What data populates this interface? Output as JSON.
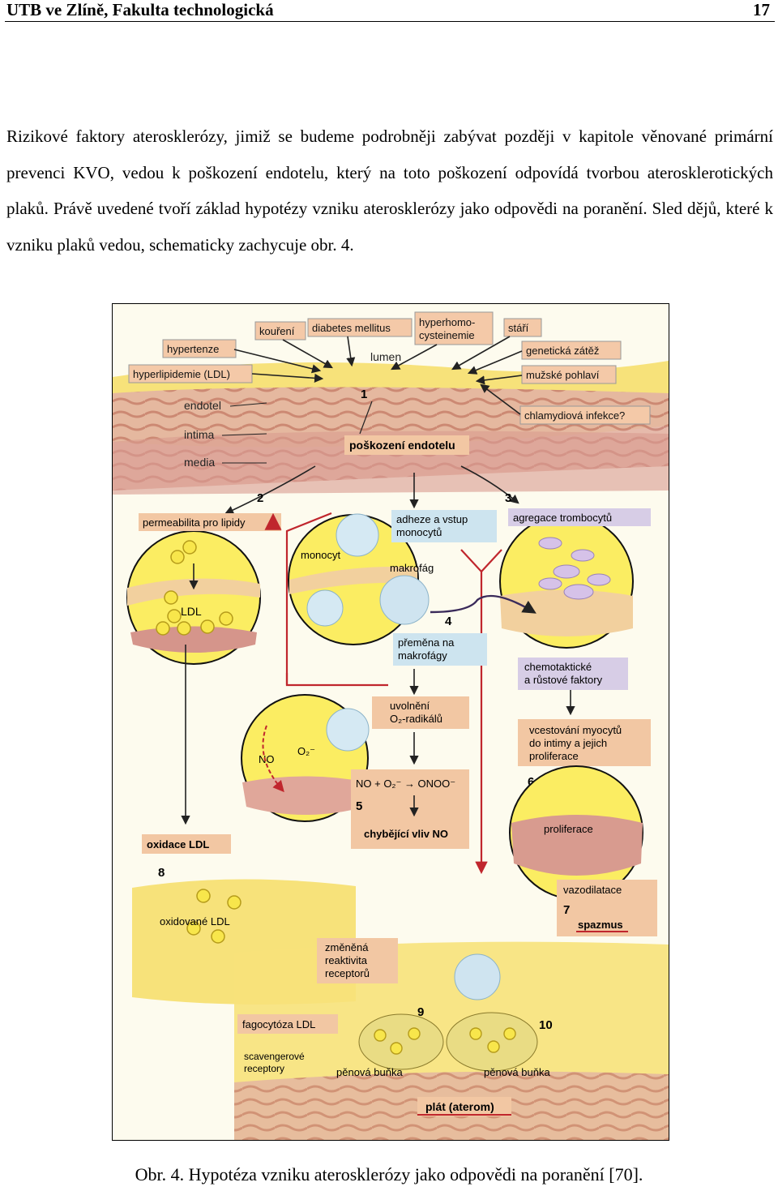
{
  "header": {
    "title": "UTB ve Zlíně, Fakulta technologická",
    "page_number": "17"
  },
  "paragraph": "Rizikové faktory aterosklerózy, jimiž se budeme podrobněji zabývat později v kapitole věnované primární prevenci KVO, vedou k poškození endotelu, který na toto poškození odpovídá tvorbou aterosklerotických plaků. Právě uvedené tvoří základ hypotézy vzniku aterosklerózy jako odpovědi na poranění. Sled dějů, které k vzniku plaků vedou, schematicky zachycuje obr. 4.",
  "figure": {
    "risk_factors": {
      "hypertenze": "hypertenze",
      "hyperlipidemie": "hyperlipidemie (LDL)",
      "koureni": "kouření",
      "diabetes": "diabetes mellitus",
      "hyperhomo1": "hyperhomo-",
      "hyperhomo2": "cysteinemie",
      "stari": "stáří",
      "geneticka": "genetická zátěž",
      "muzske": "mužské pohlaví",
      "chlamydiova": "chlamydiová infekce?"
    },
    "layers": {
      "lumen": "lumen",
      "endotel": "endotel",
      "intima": "intima",
      "media": "media"
    },
    "damage": "poškození endotelu",
    "steps": {
      "n1": "1",
      "n2": "2",
      "n3": "3",
      "n4": "4",
      "n5": "5",
      "n6": "6",
      "n7": "7",
      "n8": "8",
      "n9": "9",
      "n10": "10"
    },
    "labels": {
      "permeabilita": "permeabilita pro lipidy",
      "adheze1": "adheze a vstup",
      "adheze2": "monocytů",
      "agregace": "agregace trombocytů",
      "monocyt": "monocyt",
      "makrofag": "makrofág",
      "ldl": "LDL",
      "premena1": "přeměna na",
      "premena2": "makrofágy",
      "chemo1": "chemotaktické",
      "chemo2": "a růstové faktory",
      "uvolneni1": "uvolnění",
      "uvolneni2": "O₂-radikálů",
      "no": "NO",
      "o2": "O₂⁻",
      "reaction": "NO + O₂⁻ → ONOO⁻",
      "chybejici": "chybějící vliv NO",
      "vcestovani1": "vcestování myocytů",
      "vcestovani2": "do intimy a jejich",
      "vcestovani3": "proliferace",
      "proliferace": "proliferace",
      "oxidace": "oxidace LDL",
      "oxidovane": "oxidované LDL",
      "vazodilatace": "vazodilatace",
      "spazmus": "spazmus",
      "zmenena1": "změněná",
      "zmenena2": "reaktivita",
      "zmenena3": "receptorů",
      "fagocytoza": "fagocytóza LDL",
      "scavenger1": "scavengerové",
      "scavenger2": "receptory",
      "penova": "pěnová buňka",
      "penova2": "pěnová buňka",
      "plat": "plát (aterom)"
    }
  },
  "caption": "Obr. 4. Hypotéza vzniku aterosklerózy jako odpovědi na poranění [70]."
}
